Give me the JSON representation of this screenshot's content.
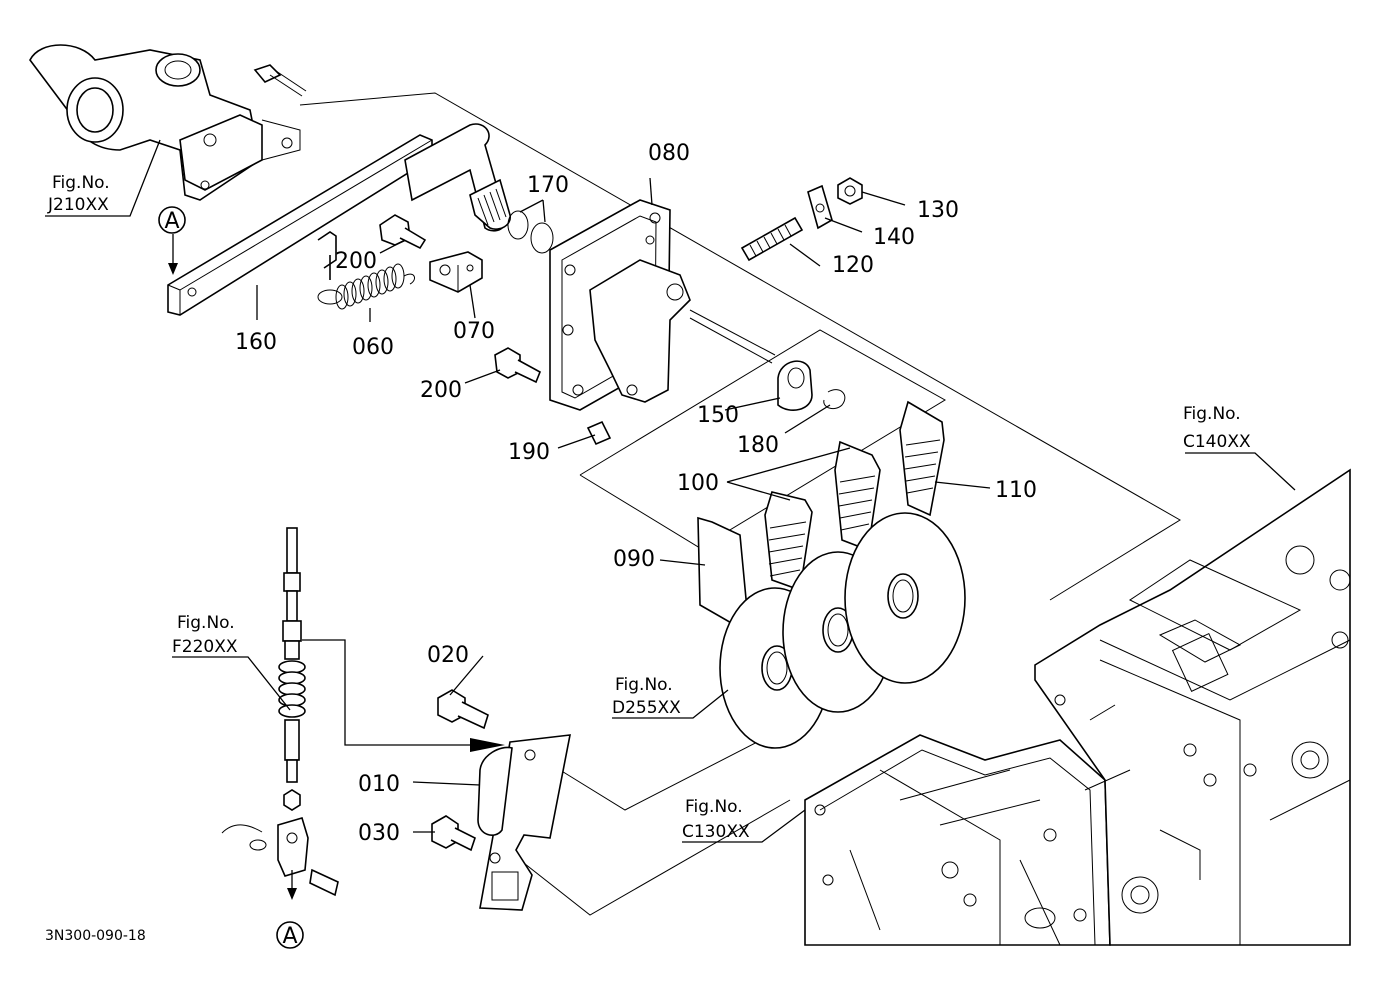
{
  "parts": {
    "p010": "010",
    "p020": "020",
    "p030": "030",
    "p060": "060",
    "p070": "070",
    "p080": "080",
    "p090": "090",
    "p100": "100",
    "p110": "110",
    "p120": "120",
    "p130": "130",
    "p140": "140",
    "p150": "150",
    "p160": "160",
    "p170": "170",
    "p180": "180",
    "p190": "190",
    "p200a": "200",
    "p200b": "200"
  },
  "figrefs": {
    "j210": {
      "line1": "Fig.No.",
      "line2": "J210XX"
    },
    "c140": {
      "line1": "Fig.No.",
      "line2": "C140XX"
    },
    "f220": {
      "line1": "Fig.No.",
      "line2": "F220XX"
    },
    "d255": {
      "line1": "Fig.No.",
      "line2": "D255XX"
    },
    "c130": {
      "line1": "Fig.No.",
      "line2": "C130XX"
    }
  },
  "markers": {
    "top": "A",
    "bottom": "A"
  },
  "drawing_code": "3N300-090-18"
}
